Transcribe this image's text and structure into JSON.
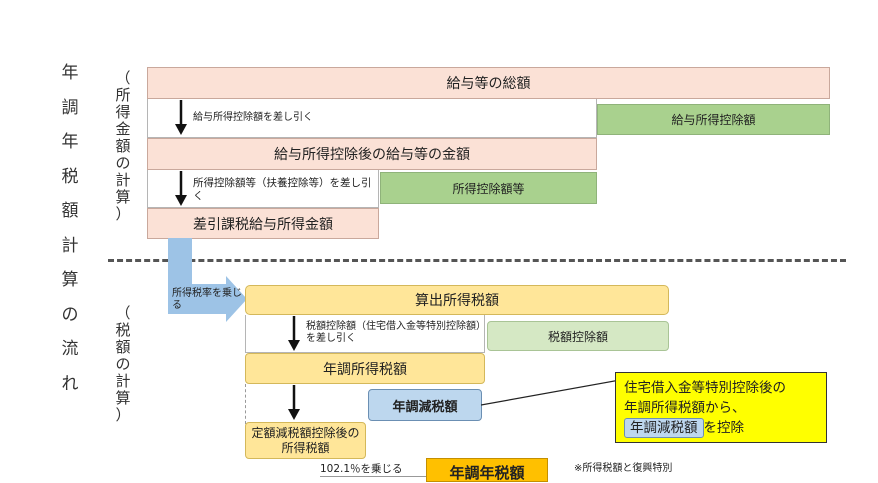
{
  "title_chars": [
    "年",
    "調",
    "年",
    "税",
    "額",
    "計",
    "算",
    "の",
    "流",
    "れ"
  ],
  "section1_chars": [
    "（",
    "所",
    "得",
    "金",
    "額",
    "の",
    "計",
    "算",
    "）"
  ],
  "section2_chars": [
    "（",
    "税",
    "額",
    "の",
    "計",
    "算",
    "）"
  ],
  "boxes": {
    "kyuyo_sogaku": "給与等の総額",
    "kyuyo_kojo_note": "給与所得控除額を差し引く",
    "kyuyo_kojo": "給与所得控除額",
    "after_kyuyo_kojo": "給与所得控除後の給与等の金額",
    "shotoku_kojo_note": "所得控除額等（扶養控除等）を差し引く",
    "shotoku_kojo": "所得控除額等",
    "kazei_kyuyo": "差引課税給与所得金額",
    "tax_rate_note": "所得税率を乗じる",
    "sanshutsu": "算出所得税額",
    "zeigaku_kojo_note": "税額控除額（住宅借入金等特別控除額）を差し引く",
    "zeigaku_kojo": "税額控除額",
    "nencho_shotoku": "年調所得税額",
    "nencho_gen": "年調減税額",
    "teigaku_after": "定額減税額控除後の所得税額",
    "multiply_note": "102.1％を乗じる",
    "nencho_nenzei": "年調年税額",
    "footnote": "※所得税額と復興特別"
  },
  "callout": {
    "line1": "住宅借入金等特別控除後の",
    "line2": "年調所得税額から、",
    "chip": "年調減税額",
    "suffix": "を控除"
  },
  "colors": {
    "pink": "#fbe1d6",
    "green": "#a9d18e",
    "light_green": "#d5e8c4",
    "yellow": "#ffe699",
    "blue": "#bdd7ee",
    "orange": "#ffc000",
    "callout_yellow": "#ffff00"
  }
}
